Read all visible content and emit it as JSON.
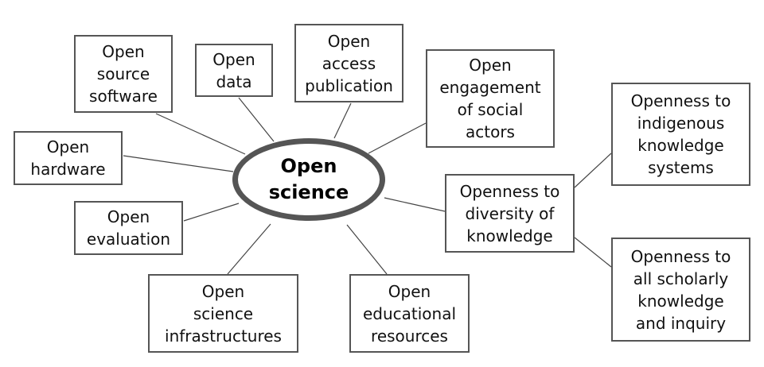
{
  "diagram": {
    "center": "Open\nscience",
    "nodes": {
      "open_source_software": "Open\nsource\nsoftware",
      "open_data": "Open\ndata",
      "open_access_publication": "Open\naccess\npublication",
      "open_engagement": "Open\nengagement\nof social\nactors",
      "open_hardware": "Open\nhardware",
      "open_evaluation": "Open\nevaluation",
      "open_science_infrastructures": "Open\nscience\ninfrastructures",
      "open_educational_resources": "Open\neducational\nresources",
      "openness_diversity": "Openness to\ndiversity of\nknowledge",
      "openness_indigenous": "Openness to\nindigenous\nknowledge\nsystems",
      "openness_scholarly": "Openness to\nall scholarly\nknowledge\nand inquiry"
    },
    "connections": [
      [
        "center",
        "open_source_software"
      ],
      [
        "center",
        "open_data"
      ],
      [
        "center",
        "open_access_publication"
      ],
      [
        "center",
        "open_engagement"
      ],
      [
        "center",
        "open_hardware"
      ],
      [
        "center",
        "open_evaluation"
      ],
      [
        "center",
        "open_science_infrastructures"
      ],
      [
        "center",
        "open_educational_resources"
      ],
      [
        "center",
        "openness_diversity"
      ],
      [
        "openness_diversity",
        "openness_indigenous"
      ],
      [
        "openness_diversity",
        "openness_scholarly"
      ]
    ],
    "colors": {
      "border": "#555555",
      "line": "#444444",
      "text": "#111111"
    }
  }
}
